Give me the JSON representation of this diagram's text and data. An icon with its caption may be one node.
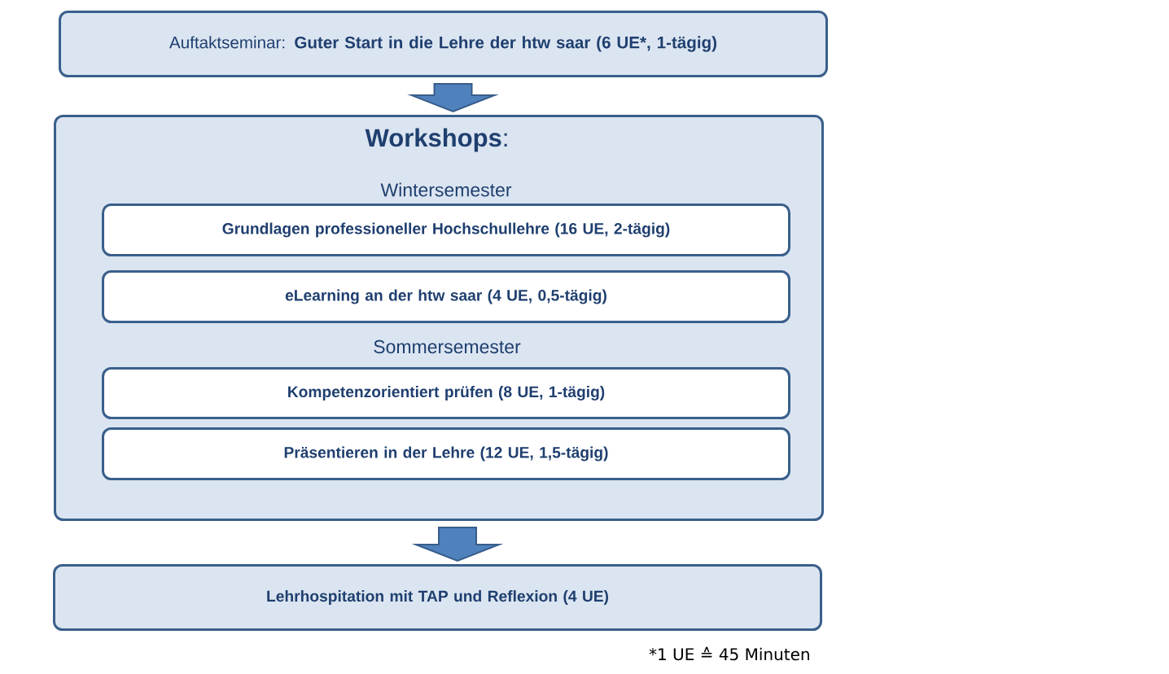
{
  "diagram": {
    "nodes": [
      {
        "text": [
          "Auftaktseminar: **Guter Start in die Lehre der htw saar (6 UE*, 1-tägig)**"
        ]
      },
      {
        "text": [
          "**Workshops**:",
          "Wintersemester",
          "Sommersemester"
        ]
      },
      {
        "text": [
          "Grundlagen professioneller Hochschullehre (16 UE, 2-tägig)"
        ],
        "in": 1
      },
      {
        "text": [
          "eLearning an der htw saar (4 UE, 0,5-tägig)"
        ],
        "in": 1
      },
      {
        "text": [
          "Kompetenzorientiert prüfen (8 UE, 1-tägig)"
        ],
        "in": 1
      },
      {
        "text": [
          "Präsentieren in der Lehre (12 UE, 1,5-tägig)"
        ],
        "in": 1
      },
      {
        "text": [
          "Lehrhospitation mit TAP und Reflexion (4 UE)"
        ]
      }
    ],
    "edges": [
      {
        "from": 0,
        "to": 1,
        "arrow": "to"
      },
      {
        "from": 1,
        "to": 6,
        "arrow": "to"
      }
    ],
    "labels": [
      "*1 UE ≙ 45 Minuten"
    ]
  }
}
